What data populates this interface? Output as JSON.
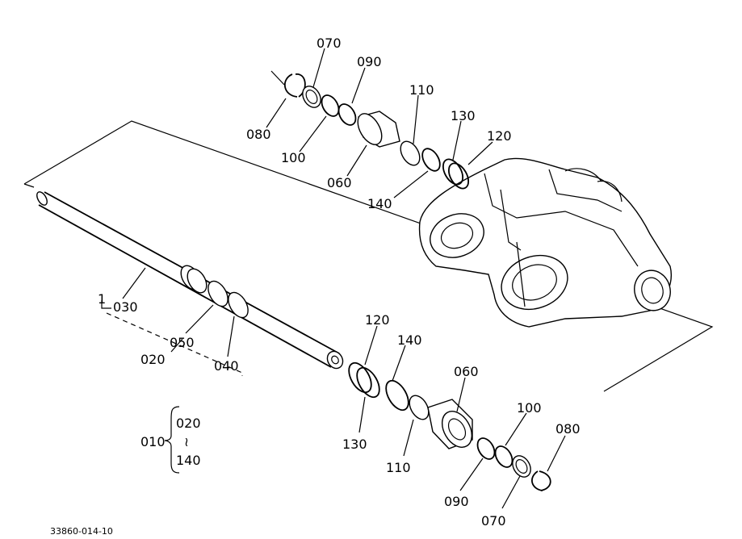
{
  "diagram_code": "33860-014-10",
  "labels": {
    "u070": "070",
    "u090": "090",
    "u110": "110",
    "u130": "130",
    "u120": "120",
    "u080": "080",
    "u100": "100",
    "u060": "060",
    "u140": "140",
    "l1": "1",
    "l030": "030",
    "l050": "050",
    "l020": "020",
    "l040": "040",
    "b120": "120",
    "b140": "140",
    "b060": "060",
    "b100": "100",
    "b080": "080",
    "b130": "130",
    "b110": "110",
    "b090": "090",
    "b070": "070"
  },
  "assembly_note": {
    "parent": "010",
    "from": "020",
    "to": "140",
    "range_mark": "≀"
  }
}
